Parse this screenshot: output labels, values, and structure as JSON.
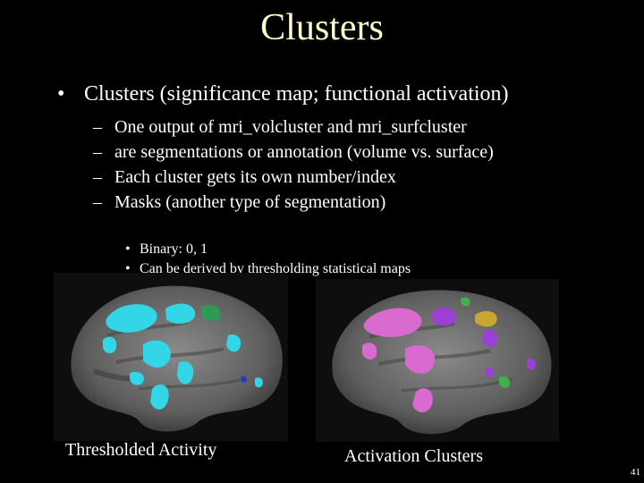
{
  "slide": {
    "title": "Clusters",
    "bullet1": {
      "marker": "•",
      "text": "Clusters (significance map; functional activation)"
    },
    "sub_items": [
      {
        "marker": "–",
        "text": "One output of mri_volcluster and mri_surfcluster"
      },
      {
        "marker": "–",
        "text": "are segmentations or annotation (volume vs. surface)"
      },
      {
        "marker": "–",
        "text": "Each cluster gets its own number/index"
      },
      {
        "marker": "–",
        "text": "Masks (another type of segmentation)"
      }
    ],
    "subsub_items": [
      {
        "marker": "•",
        "text": "Binary: 0, 1"
      },
      {
        "marker": "•",
        "text": "Can be derived by thresholding statistical maps"
      }
    ],
    "captions": {
      "left": "Thresholded Activity",
      "right": "Activation Clusters"
    },
    "page_number": "41"
  },
  "colors": {
    "background": "#000000",
    "title": "#ffffcc",
    "text": "#ffffff",
    "brain_gray": "#6b6b6b",
    "activity_cyan": "#33d6e6",
    "cluster_pink": "#d86ad0",
    "cluster_purple": "#9b3fd6",
    "cluster_yellow": "#c9a830",
    "cluster_green": "#3fb04a"
  }
}
